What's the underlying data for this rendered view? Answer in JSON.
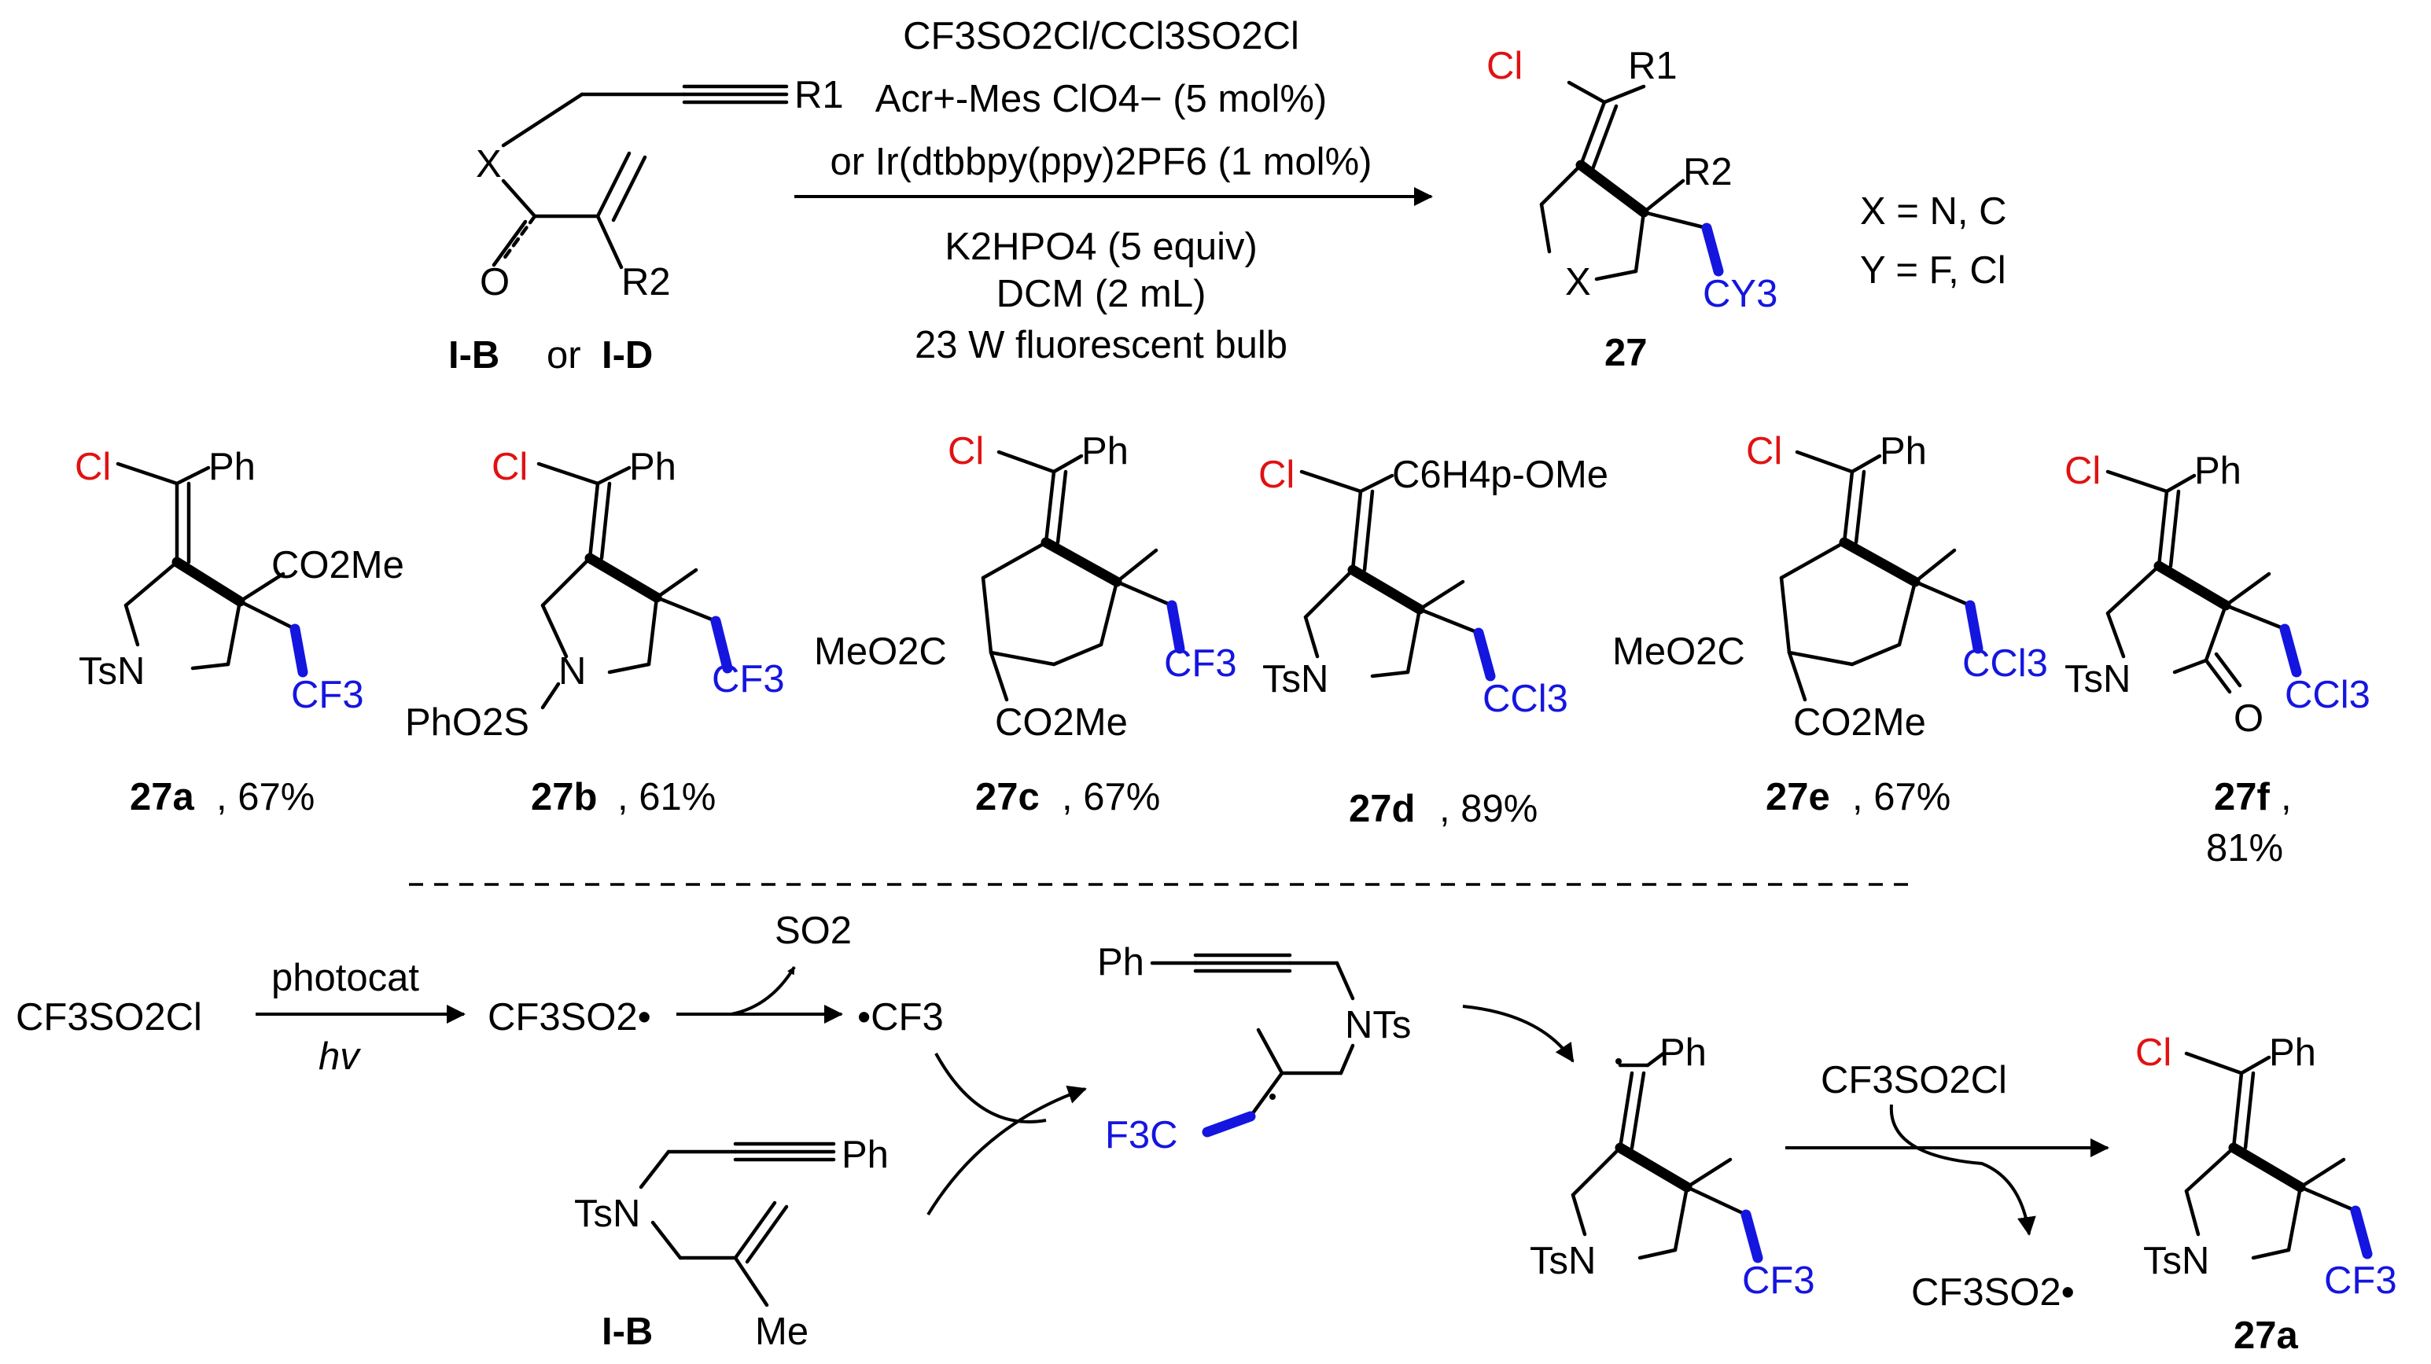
{
  "scheme": {
    "reactant": {
      "x_label": "X",
      "r1_label": "R1",
      "r2_label": "R2",
      "o_label": "O",
      "name_a": "I-B",
      "name_or": "or",
      "name_b": "I-D"
    },
    "conditions": {
      "line1": "CF3SO2Cl/CCl3SO2Cl",
      "line2": "Acr+-Mes ClO4− (5 mol%)",
      "line3": "or Ir(dtbbpy(ppy)2PF6 (1 mol%)",
      "line4": "K2HPO4 (5 equiv)",
      "line5": "DCM (2 mL)",
      "line6": "23 W fluorescent bulb"
    },
    "product": {
      "cl_label": "Cl",
      "r1_label": "R1",
      "r2_label": "R2",
      "x_label": "X",
      "cy3_label": "CY3",
      "name": "27",
      "note_x": "X = N, C",
      "note_y": "Y = F, Cl"
    }
  },
  "examples": [
    {
      "id": "27a",
      "yield": "67%",
      "cl": "Cl",
      "aryl": "Ph",
      "sub": "CO2Me",
      "ring_group": "TsN",
      "cx3": "CF3"
    },
    {
      "id": "27b",
      "yield": "61%",
      "cl": "Cl",
      "aryl": "Ph",
      "ring_group": "N",
      "ring_sub": "PhO2S",
      "cx3": "CF3"
    },
    {
      "id": "27c",
      "yield": "67%",
      "cl": "Cl",
      "aryl": "Ph",
      "ring_group": "MeO2C",
      "ring_sub": "CO2Me",
      "cx3": "CF3"
    },
    {
      "id": "27d",
      "yield": "89%",
      "cl": "Cl",
      "aryl": "C6H4p-OMe",
      "ring_group": "TsN",
      "cx3": "CCl3"
    },
    {
      "id": "27e",
      "yield": "67%",
      "cl": "Cl",
      "aryl": "Ph",
      "ring_group": "MeO2C",
      "ring_sub": "CO2Me",
      "cx3": "CCl3"
    },
    {
      "id": "27f",
      "yield": "81%",
      "cl": "Cl",
      "aryl": "Ph",
      "ring_group": "TsN",
      "o_label": "O",
      "cx3": "CCl3"
    }
  ],
  "mechanism": {
    "reagent": "CF3SO2Cl",
    "photocat": "photocat",
    "hv": "hv",
    "sulfonyl_radical": "CF3SO2•",
    "so2": "SO2",
    "cf3_radical": "•CF3",
    "substrate_name": "I-B",
    "substrate_tsn": "TsN",
    "substrate_ph": "Ph",
    "substrate_me": "Me",
    "intermediate1_ph": "Ph",
    "intermediate1_nts": "NTs",
    "intermediate1_f3c": "F3C",
    "intermediate2_ph": "Ph",
    "intermediate2_tsn": "TsN",
    "intermediate2_cf3": "CF3",
    "reagent2": "CF3SO2Cl",
    "sulfonyl_radical2": "CF3SO2•",
    "product_cl": "Cl",
    "product_ph": "Ph",
    "product_tsn": "TsN",
    "product_cf3": "CF3",
    "product_name": "27a"
  }
}
